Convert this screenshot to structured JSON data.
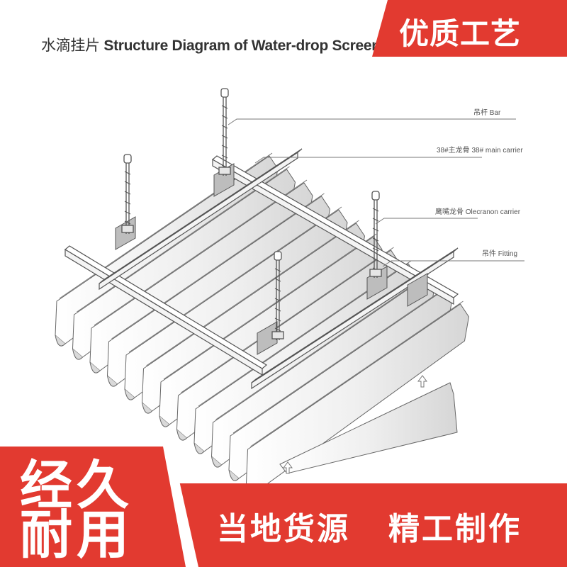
{
  "title": {
    "cn": "水滴挂片",
    "en": "Structure Diagram of Water-drop Screen Ceiling"
  },
  "badge_top": "优质工艺",
  "callouts": [
    {
      "text": "吊杆 Bar"
    },
    {
      "text": "38#主龙骨 38# main carrier"
    },
    {
      "text": "鹰嘴龙骨 Olecranon carrier"
    },
    {
      "text": "吊件 Fitting"
    }
  ],
  "bottom": {
    "big_line1": "经久",
    "big_line2": "耐用",
    "slogan1": "当地货源",
    "slogan2": "精工制作"
  },
  "colors": {
    "accent": "#e23a30",
    "line": "#555555",
    "panel": "#e9e9e9"
  }
}
